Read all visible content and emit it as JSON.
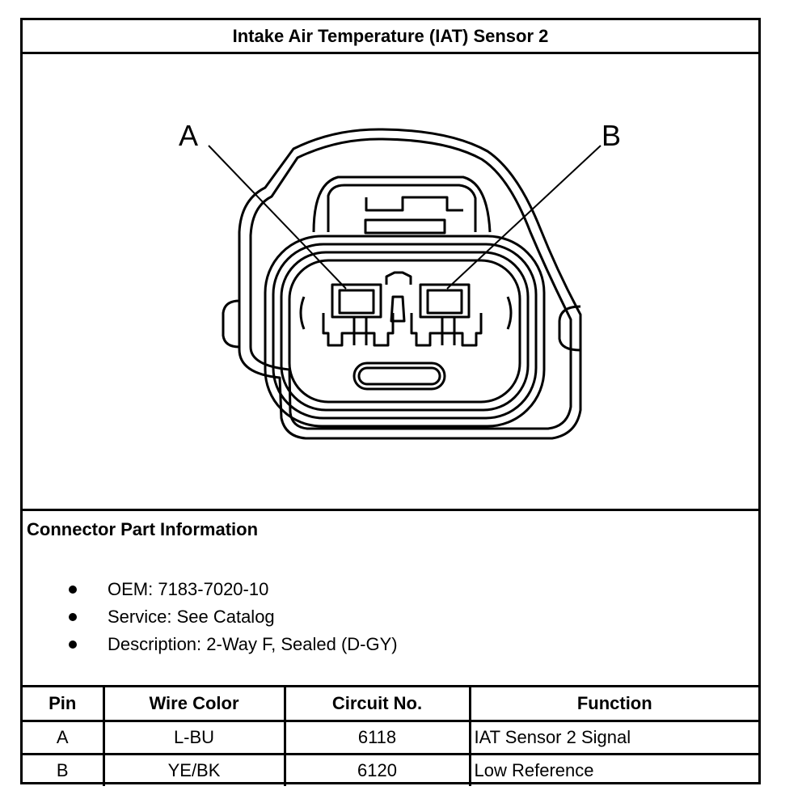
{
  "title": "Intake Air Temperature (IAT) Sensor 2",
  "diagram": {
    "callout_a": "A",
    "callout_b": "B"
  },
  "connector_info": {
    "heading": "Connector Part Information",
    "items": [
      "OEM: 7183-7020-10",
      "Service: See Catalog",
      "Description: 2-Way F, Sealed (D-GY)"
    ]
  },
  "pin_table": {
    "headers": [
      "Pin",
      "Wire Color",
      "Circuit No.",
      "Function"
    ],
    "rows": [
      [
        "A",
        "L-BU",
        "6118",
        "IAT Sensor 2 Signal"
      ],
      [
        "B",
        "YE/BK",
        "6120",
        "Low Reference"
      ]
    ]
  }
}
